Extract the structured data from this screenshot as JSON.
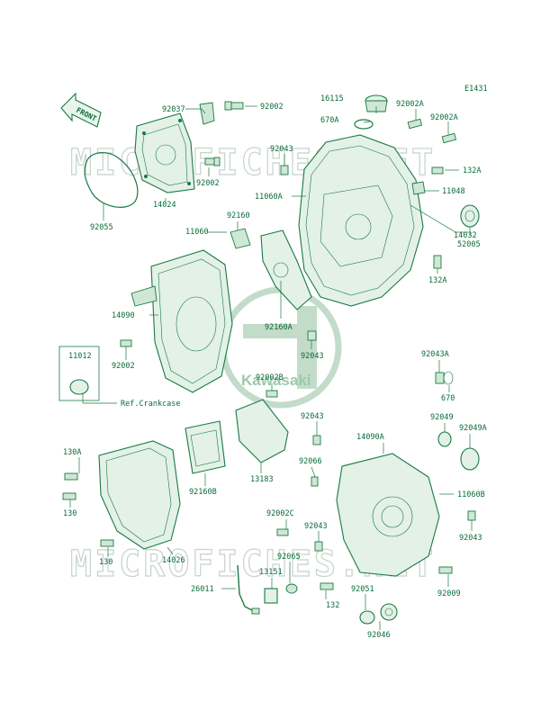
{
  "diagram_id": "E1431",
  "watermark": "MICROFICHES.NET",
  "brand": "Kawasaki",
  "front_label": "FRONT",
  "ref_note": "Ref.Crankcase",
  "colors": {
    "line": "#1a7a44",
    "text": "#0a6b3a",
    "fill": "#e3f1e7",
    "watermark": "#c7d3cc"
  },
  "labels": {
    "p92037": "92037",
    "p92002_top": "92002",
    "p92055": "92055",
    "p14024": "14024",
    "p92002_b": "92002",
    "p16115": "16115",
    "p92002A_1": "92002A",
    "p670A": "670A",
    "p92002A_2": "92002A",
    "p92043_a": "92043",
    "p132A_1": "132A",
    "p11060A": "11060A",
    "p11048": "11048",
    "p14032": "14032",
    "p52005": "52005",
    "p132A_2": "132A",
    "p92160": "92160",
    "p11060": "11060",
    "p14090": "14090",
    "p92160A": "92160A",
    "p92043_b": "92043",
    "p11012": "11012",
    "p92002_c": "92002",
    "p92002B": "92002B",
    "p92043A": "92043A",
    "p670": "670",
    "p92043_c": "92043",
    "p14090A": "14090A",
    "p92049": "92049",
    "p92049A": "92049A",
    "p130A": "130A",
    "p130_1": "130",
    "p92066": "92066",
    "p13183": "13183",
    "p92160B": "92160B",
    "p11060B": "11060B",
    "p92002C": "92002C",
    "p92043_d": "92043",
    "p92043_e": "92043",
    "p130_2": "130",
    "p14026": "14026",
    "p92065": "92065",
    "p13151": "13151",
    "p26011": "26011",
    "p92009": "92009",
    "p132": "132",
    "p92051": "92051",
    "p92046": "92046"
  }
}
